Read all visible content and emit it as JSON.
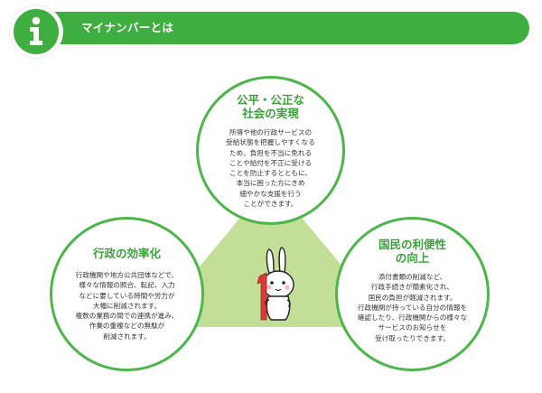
{
  "header": {
    "title": "マイナンバーとは",
    "badge_icon": "info-icon"
  },
  "colors": {
    "accent_green": "#3dae3f",
    "triangle_fill": "#c3df97",
    "circle_border": "#4cb649"
  },
  "circles": {
    "top": {
      "title_lines": [
        "公平・公正な",
        "社会の実現"
      ],
      "body_lines": [
        "所得や他の行政サービスの",
        "受給状態を把握しやすくなる",
        "ため、負担を不当に免れる",
        "ことや給付を不正に受ける",
        "ことを防止するとともに、",
        "本当に困った方にきめ",
        "細やかな支援を行う",
        "ことができます。"
      ]
    },
    "left": {
      "title_lines": [
        "行政の効率化"
      ],
      "body_lines": [
        "行政機関や地方公共団体などで、",
        "様々な情報の照合、転記、入力",
        "などに要している時間や労力が",
        "大幅に削減されます。",
        "複数の業務の間での連携が進み、",
        "作業の重複などの無駄が",
        "削減されます。"
      ]
    },
    "right": {
      "title_lines": [
        "国民の利便性",
        "の向上"
      ],
      "body_lines": [
        "添付書類の削減など、",
        "行政手続きが簡素化され、",
        "国民の負担が軽減されます。",
        "行政機関が持っている自分の情報を",
        "確認したり、行政機関からの様々な",
        "サービスのお知らせを",
        "受け取ったりできます。"
      ]
    }
  },
  "mascot": {
    "icon": "rabbit-mascot-icon"
  }
}
